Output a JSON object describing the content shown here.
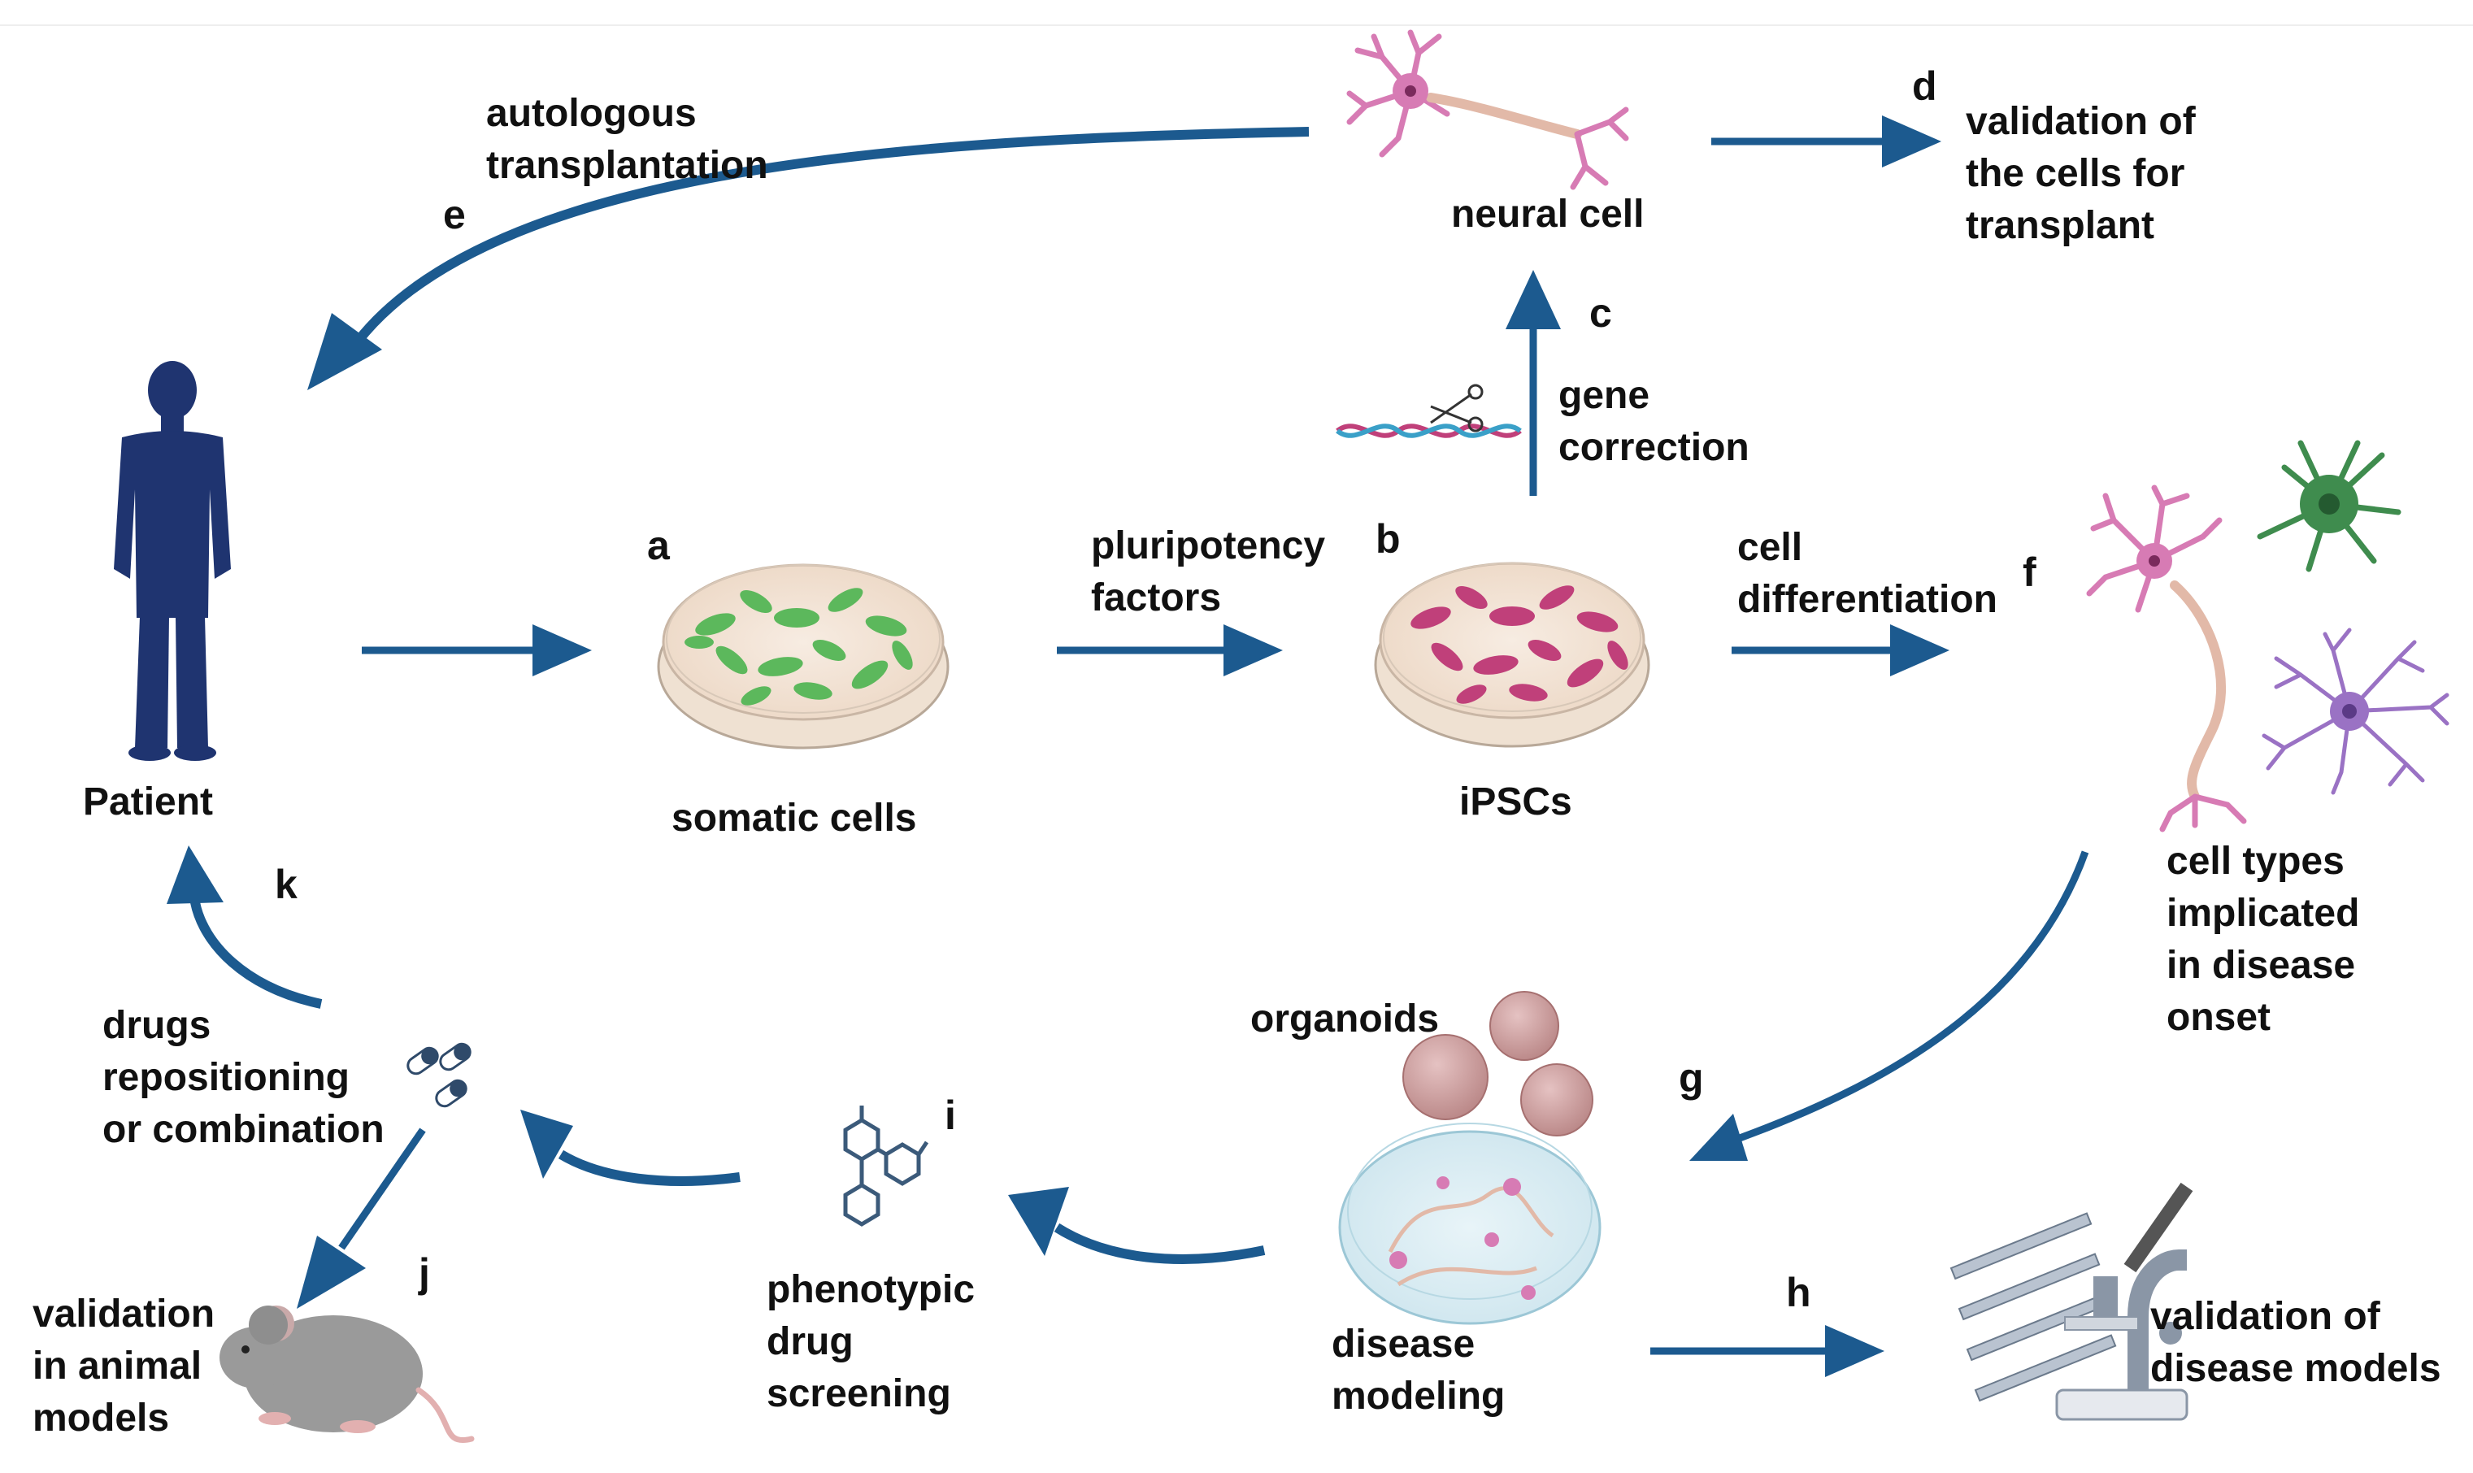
{
  "colors": {
    "arrow": "#1c5a8f",
    "patient": "#1f3470",
    "somatic_cell": "#5cb85c",
    "ipsc_cell": "#c0407a",
    "dish_medium": "#f3e3d6",
    "neuron_pink": "#d77bb4",
    "neuron_green": "#3f8c4e",
    "neuron_purple": "#9a72c4",
    "organoid": "#c99a9a"
  },
  "icons": [
    "patient-silhouette",
    "petri-dish-somatic",
    "petri-dish-ipsc",
    "neuron",
    "dna-scissors",
    "organoids",
    "petri-dish-neurons",
    "molecule",
    "pills",
    "mouse",
    "microscope"
  ],
  "nodes": {
    "patient": "Patient",
    "somatic": "somatic cells",
    "ipscs": "iPSCs",
    "neural_cell": "neural cell",
    "validation_transplant": "validation of\nthe cells for\ntransplant",
    "cell_types": "cell types\nimplicated\nin disease\nonset",
    "organoids": "organoids",
    "disease_modeling": "disease\nmodeling",
    "validation_models": "validation of\ndisease models",
    "phenotypic": "phenotypic\ndrug\nscreening",
    "drugs": "drugs\nrepositioning\nor combination",
    "animal": "validation\nin animal\nmodels"
  },
  "edges": {
    "pluripotency": "pluripotency\nfactors",
    "gene_correction": "gene\ncorrection",
    "cell_differentiation": "cell\ndifferentiation",
    "autologous": "autologous\ntransplantation"
  },
  "letters": {
    "a": "a",
    "b": "b",
    "c": "c",
    "d": "d",
    "e": "e",
    "f": "f",
    "g": "g",
    "h": "h",
    "i": "i",
    "j": "j",
    "k": "k"
  }
}
